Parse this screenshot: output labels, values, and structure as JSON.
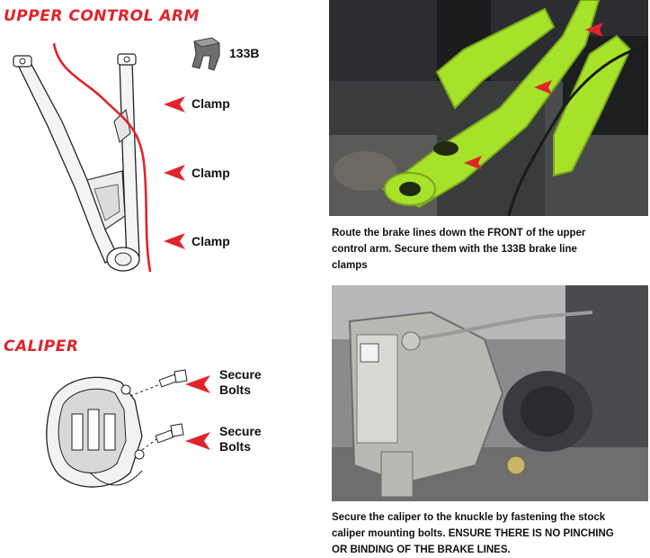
{
  "sections": {
    "upper_control_arm": {
      "title": "UPPER CONTROL ARM",
      "part_label": "133B",
      "clamp_labels": [
        "Clamp",
        "Clamp",
        "Clamp"
      ]
    },
    "caliper": {
      "title": "CALIPER",
      "bolt_labels": [
        {
          "line1": "Secure",
          "line2": "Bolts"
        },
        {
          "line1": "Secure",
          "line2": "Bolts"
        }
      ]
    }
  },
  "captions": {
    "top": {
      "line1": "Route the brake lines down the FRONT of the upper",
      "line2": "control arm. Secure them with the 133B brake line",
      "line3": "clamps"
    },
    "bottom": {
      "line1": "Secure the caliper to the knuckle by fastening the stock",
      "line2": "caliper mounting bolts. ENSURE THERE IS NO PINCHING",
      "line3": "OR BINDING OF THE BRAKE LINES."
    }
  },
  "colors": {
    "accent_red": "#e0242b",
    "arm_green": "#a6e22a",
    "photo_dark": "#2a2b2e"
  }
}
